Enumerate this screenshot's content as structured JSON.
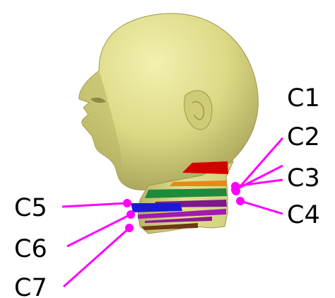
{
  "figure": {
    "labels": {
      "c1": "C1",
      "c2": "C2",
      "c3": "C3",
      "c4": "C4",
      "c5": "C5",
      "c6": "C6",
      "c7": "C7"
    },
    "colors": {
      "skin": "#e2e08c",
      "skin_shadow": "#a9a558",
      "leader_lines": "#ff00ff",
      "c1": "#d40000",
      "c2": "#e8871a",
      "c3": "#1e8a3c",
      "c4": "#7a1a8c",
      "c5": "#1a1ad4",
      "c6": "#a01ab4",
      "c7": "#6e3a12"
    }
  }
}
